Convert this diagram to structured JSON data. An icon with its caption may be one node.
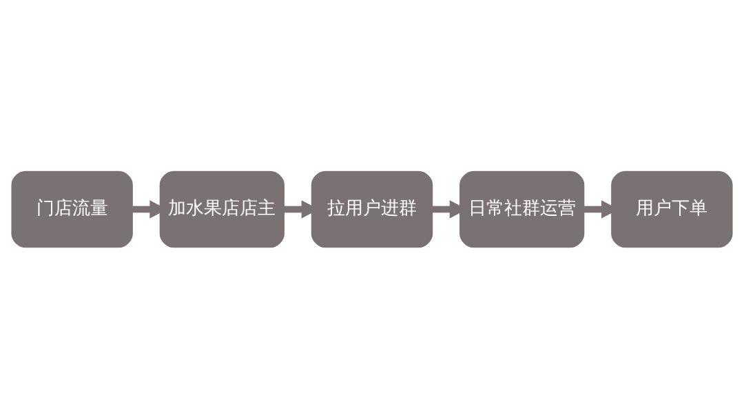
{
  "diagram": {
    "nodes": [
      {
        "text": [
          "门店流量"
        ]
      },
      {
        "text": [
          "加水果店店主"
        ]
      },
      {
        "text": [
          "拉用户进群"
        ]
      },
      {
        "text": [
          "日常社群运营"
        ]
      },
      {
        "text": [
          "用户下单"
        ]
      }
    ],
    "edges": [
      {
        "from": 0,
        "to": 1,
        "arrow": "to"
      },
      {
        "from": 1,
        "to": 2,
        "arrow": "to"
      },
      {
        "from": 2,
        "to": 3,
        "arrow": "to"
      },
      {
        "from": 3,
        "to": 4,
        "arrow": "to"
      }
    ]
  }
}
